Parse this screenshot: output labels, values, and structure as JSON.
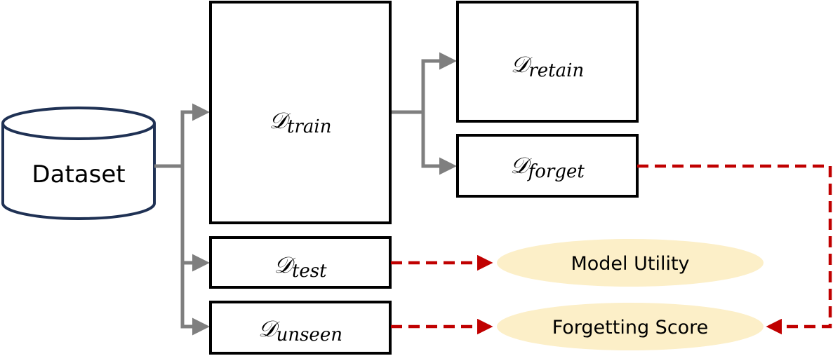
{
  "dataset": {
    "label": "Dataset"
  },
  "symbol": "𝒟",
  "boxes": {
    "train": {
      "subscript": "train"
    },
    "test": {
      "subscript": "test"
    },
    "unseen": {
      "subscript": "unseen"
    },
    "retain": {
      "subscript": "retain"
    },
    "forget": {
      "subscript": "forget"
    }
  },
  "outputs": {
    "model_utility": "Model Utility",
    "forgetting_score": "Forgetting Score"
  },
  "colors": {
    "gray_arrow": "#7f7f7f",
    "red_dashed_arrow": "#c00000",
    "ellipse_fill": "#fcefc8",
    "database_stroke": "#1f3154"
  }
}
